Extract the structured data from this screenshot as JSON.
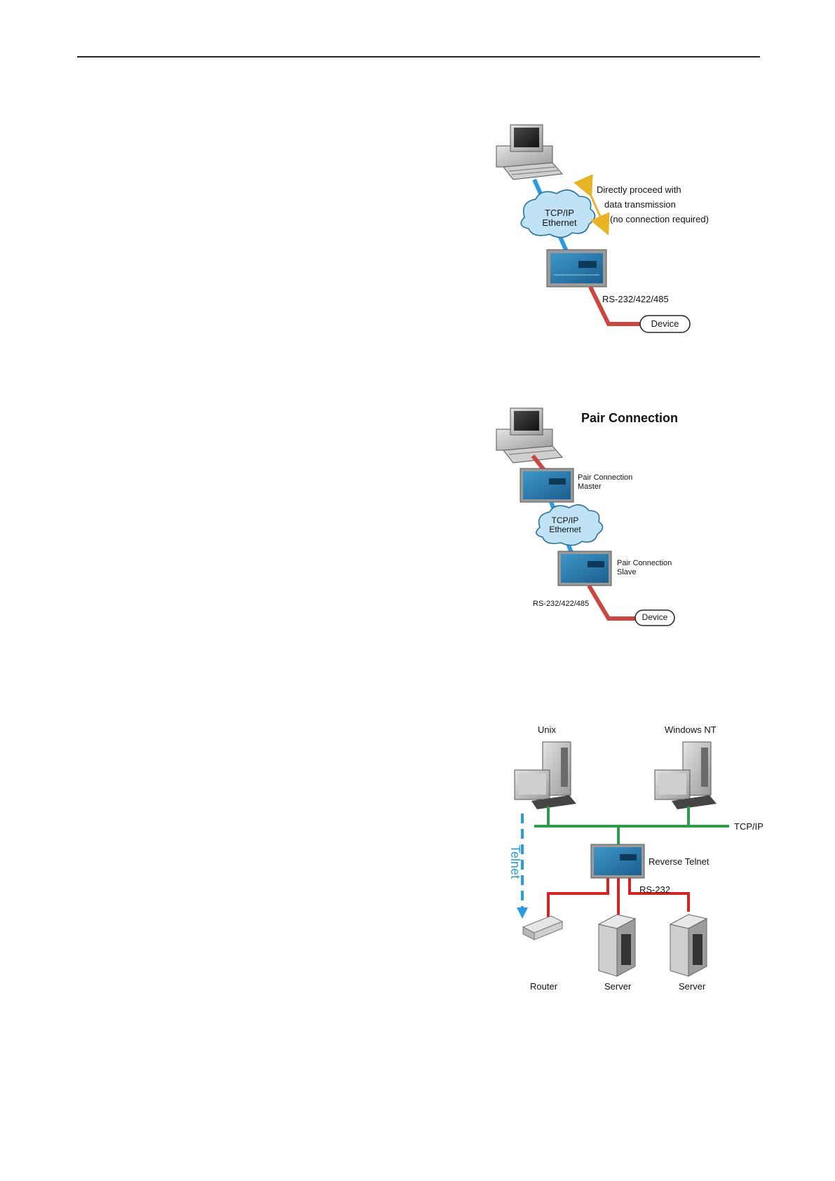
{
  "diagram1": {
    "annotation_lines": [
      "Directly proceed with",
      "data transmission",
      "(no connection required)"
    ],
    "cloud": [
      "TCP/IP",
      "Ethernet"
    ],
    "serial_label": "RS-232/422/485",
    "device_label": "Device"
  },
  "diagram2": {
    "title": "Pair Connection",
    "master_lines": [
      "Pair Connection",
      "Master"
    ],
    "cloud": [
      "TCP/IP",
      "Ethernet"
    ],
    "slave_lines": [
      "Pair Connection",
      "Slave"
    ],
    "serial_label": "RS-232/422/485",
    "device_label": "Device"
  },
  "diagram3": {
    "unix_label": "Unix",
    "windows_label": "Windows NT",
    "network_label": "TCP/IP",
    "telnet_label": "Telnet",
    "reverse_label": "Reverse Telnet",
    "serial_label": "RS-232",
    "router_label": "Router",
    "server1_label": "Server",
    "server2_label": "Server"
  },
  "colors": {
    "ethernet_line": "#2a9be0",
    "serial_line": "#c9473f",
    "network_bus": "#2e9b4a",
    "rs232_line": "#d42323",
    "arrow": "#e8b325",
    "cloud_fill": "#bfe3f5"
  }
}
